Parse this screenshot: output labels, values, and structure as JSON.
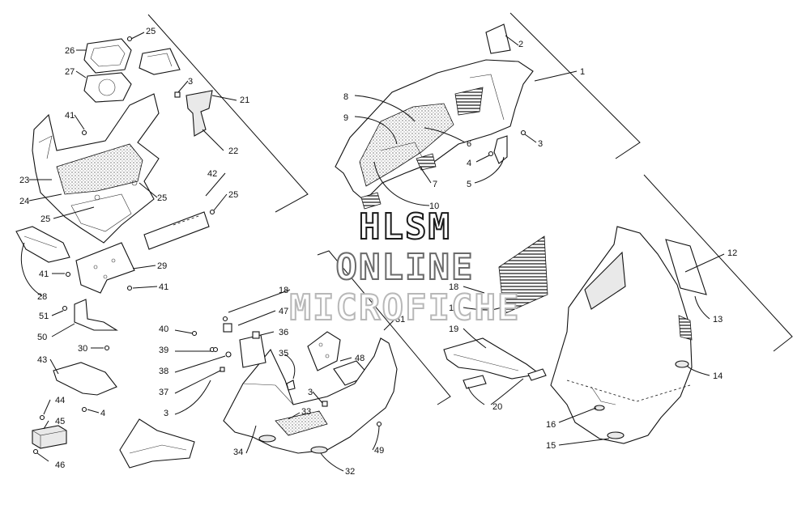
{
  "watermark": {
    "line1": "HLSM",
    "line2": "ONLINE",
    "line3": "MICROFICHE"
  },
  "callouts": [
    {
      "id": "c1",
      "label": "1"
    },
    {
      "id": "c2",
      "label": "2"
    },
    {
      "id": "c3a",
      "label": "3"
    },
    {
      "id": "c4a",
      "label": "4"
    },
    {
      "id": "c5",
      "label": "5"
    },
    {
      "id": "c6",
      "label": "6"
    },
    {
      "id": "c7",
      "label": "7"
    },
    {
      "id": "c8",
      "label": "8"
    },
    {
      "id": "c9",
      "label": "9"
    },
    {
      "id": "c10",
      "label": "10"
    },
    {
      "id": "c12",
      "label": "12"
    },
    {
      "id": "c13",
      "label": "13"
    },
    {
      "id": "c14",
      "label": "14"
    },
    {
      "id": "c15",
      "label": "15"
    },
    {
      "id": "c16",
      "label": "16"
    },
    {
      "id": "c17",
      "label": "17"
    },
    {
      "id": "c18a",
      "label": "18"
    },
    {
      "id": "c19",
      "label": "19"
    },
    {
      "id": "c20",
      "label": "20"
    },
    {
      "id": "c21",
      "label": "21"
    },
    {
      "id": "c22",
      "label": "22"
    },
    {
      "id": "c23",
      "label": "23"
    },
    {
      "id": "c24",
      "label": "24"
    },
    {
      "id": "c25a",
      "label": "25"
    },
    {
      "id": "c25b",
      "label": "25"
    },
    {
      "id": "c25c",
      "label": "25"
    },
    {
      "id": "c25d",
      "label": "25"
    },
    {
      "id": "c26",
      "label": "26"
    },
    {
      "id": "c27",
      "label": "27"
    },
    {
      "id": "c28",
      "label": "28"
    },
    {
      "id": "c29",
      "label": "29"
    },
    {
      "id": "c30",
      "label": "30"
    },
    {
      "id": "c31",
      "label": "31"
    },
    {
      "id": "c32",
      "label": "32"
    },
    {
      "id": "c33",
      "label": "33"
    },
    {
      "id": "c34",
      "label": "34"
    },
    {
      "id": "c35",
      "label": "35"
    },
    {
      "id": "c36",
      "label": "36"
    },
    {
      "id": "c37",
      "label": "37"
    },
    {
      "id": "c38",
      "label": "38"
    },
    {
      "id": "c39",
      "label": "39"
    },
    {
      "id": "c40",
      "label": "40"
    },
    {
      "id": "c41a",
      "label": "41"
    },
    {
      "id": "c41b",
      "label": "41"
    },
    {
      "id": "c41c",
      "label": "41"
    },
    {
      "id": "c42",
      "label": "42"
    },
    {
      "id": "c43",
      "label": "43"
    },
    {
      "id": "c44",
      "label": "44"
    },
    {
      "id": "c45",
      "label": "45"
    },
    {
      "id": "c46",
      "label": "46"
    },
    {
      "id": "c47",
      "label": "47"
    },
    {
      "id": "c48",
      "label": "48"
    },
    {
      "id": "c49",
      "label": "49"
    },
    {
      "id": "c50",
      "label": "50"
    },
    {
      "id": "c51",
      "label": "51"
    },
    {
      "id": "c3b",
      "label": "3"
    },
    {
      "id": "c3c",
      "label": "3"
    },
    {
      "id": "c3d",
      "label": "3"
    },
    {
      "id": "c4b",
      "label": "4"
    },
    {
      "id": "c18b",
      "label": "18"
    }
  ]
}
